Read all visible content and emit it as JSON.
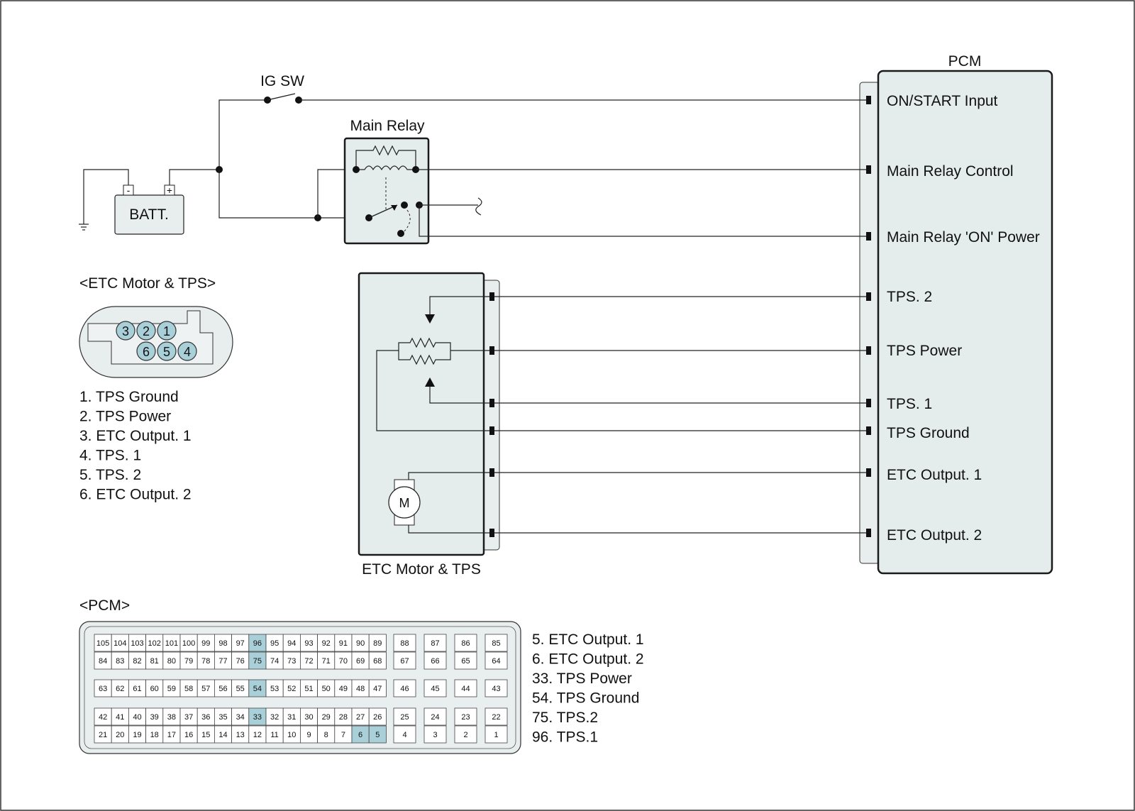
{
  "labels": {
    "ig_sw": "IG SW",
    "main_relay": "Main Relay",
    "batt": "BATT.",
    "batt_minus": "-",
    "batt_plus": "+",
    "pcm": "PCM",
    "etc_block": "ETC Motor & TPS",
    "etc_connector_title": "<ETC Motor & TPS>",
    "pcm_connector_title": "<PCM>",
    "motor": "M"
  },
  "pcm_pins": [
    "ON/START Input",
    "Main Relay Control",
    "Main Relay 'ON' Power",
    "TPS. 2",
    "TPS Power",
    "TPS. 1",
    "TPS Ground",
    "ETC Output. 1",
    "ETC Output. 2"
  ],
  "etc_connector_pins": [
    "3",
    "2",
    "1",
    "6",
    "5",
    "4"
  ],
  "etc_pin_list": [
    "1. TPS Ground",
    "2. TPS Power",
    "3. ETC Output. 1",
    "4. TPS. 1",
    "5. TPS. 2",
    "6. ETC Output. 2"
  ],
  "pcm_pin_list": [
    "5. ETC Output. 1",
    "6. ETC Output. 2",
    "33. TPS Power",
    "54. TPS Ground",
    "75. TPS.2",
    "96. TPS.1"
  ],
  "pcm_connector": {
    "rows": [
      {
        "main": [
          "105",
          "104",
          "103",
          "102",
          "101",
          "100",
          "99",
          "98",
          "97",
          "96",
          "95",
          "94",
          "93",
          "92",
          "91",
          "90",
          "89"
        ],
        "side": [
          "88",
          "87",
          "86",
          "85"
        ]
      },
      {
        "main": [
          "84",
          "83",
          "82",
          "81",
          "80",
          "79",
          "78",
          "77",
          "76",
          "75",
          "74",
          "73",
          "72",
          "71",
          "70",
          "69",
          "68"
        ],
        "side": [
          "67",
          "66",
          "65",
          "64"
        ]
      },
      {
        "main": [
          "63",
          "62",
          "61",
          "60",
          "59",
          "58",
          "57",
          "56",
          "55",
          "54",
          "53",
          "52",
          "51",
          "50",
          "49",
          "48",
          "47"
        ],
        "side": [
          "46",
          "45",
          "44",
          "43"
        ]
      },
      {
        "main": [
          "42",
          "41",
          "40",
          "39",
          "38",
          "37",
          "36",
          "35",
          "34",
          "33",
          "32",
          "31",
          "30",
          "29",
          "28",
          "27",
          "26"
        ],
        "side": [
          "25",
          "24",
          "23",
          "22"
        ]
      },
      {
        "main": [
          "21",
          "20",
          "19",
          "18",
          "17",
          "16",
          "15",
          "14",
          "13",
          "12",
          "11",
          "10",
          "9",
          "8",
          "7",
          "6",
          "5"
        ],
        "side": [
          "4",
          "3",
          "2",
          "1"
        ]
      }
    ],
    "highlighted": [
      "96",
      "75",
      "54",
      "33",
      "6",
      "5"
    ],
    "highlight_color": "#a9d0d9"
  },
  "colors": {
    "component_fill": "#e5ecec",
    "pin_highlight": "#a9d0d9"
  }
}
